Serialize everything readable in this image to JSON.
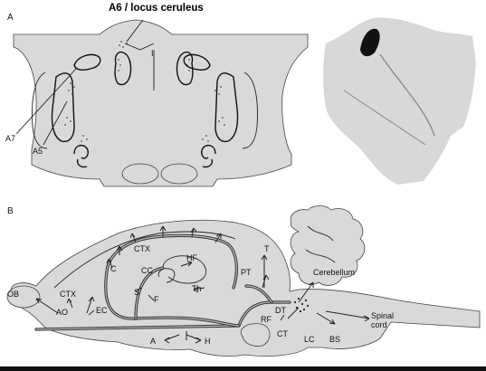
{
  "figure": {
    "title_top": "A6 / locus ceruleus",
    "panel_a_label": "A",
    "panel_b_label": "B",
    "labels_a": {
      "i": "I",
      "a7": "A7",
      "a5": "A5"
    },
    "labels_b": {
      "ob": "OB",
      "ctx_front": "CTX",
      "ao": "AO",
      "ec": "EC",
      "ctx_top": "CTX",
      "c": "C",
      "cc": "CC",
      "hf": "HF",
      "s": "S",
      "f": "F",
      "th": "Th",
      "pt": "PT",
      "t": "T",
      "cerebellum": "Cerebellum",
      "dt": "DT",
      "rf": "RF",
      "ct": "CT",
      "lc": "LC",
      "bs": "BS",
      "spinal_cord_1": "Spinal",
      "spinal_cord_2": "cord",
      "a": "A",
      "h": "H"
    }
  },
  "colors": {
    "tissue": "#d9d9d9",
    "pathway": "#333333",
    "ink": "#111111"
  }
}
